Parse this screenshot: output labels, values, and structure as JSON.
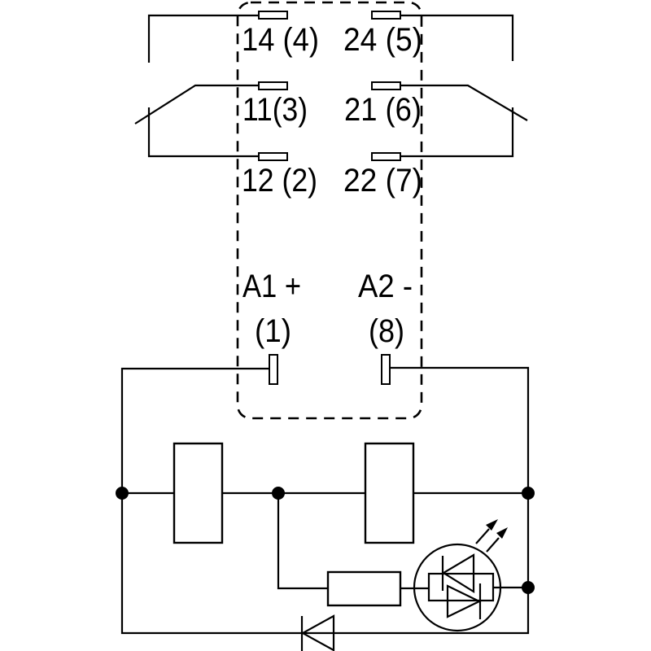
{
  "diagram": {
    "type": "relay-wiring-schematic",
    "colors": {
      "background": "#ffffff",
      "line": "#000000"
    },
    "terminals": {
      "row_no": {
        "left": "14 (4)",
        "right": "24 (5)"
      },
      "row_com": {
        "left": "11(3)",
        "right": "21 (6)"
      },
      "row_nc": {
        "left": "12 (2)",
        "right": "22 (7)"
      }
    },
    "coil": {
      "a1_label": "A1 +",
      "a1_pin": "(1)",
      "a2_label": "A2 -",
      "a2_pin": "(8)"
    },
    "symbols": [
      "relay-body-outline",
      "terminal-pin",
      "changeover-contact",
      "coil",
      "resistor",
      "led-indicator",
      "light-emission-arrows",
      "reverse-protection-diode",
      "junction-dot"
    ]
  }
}
